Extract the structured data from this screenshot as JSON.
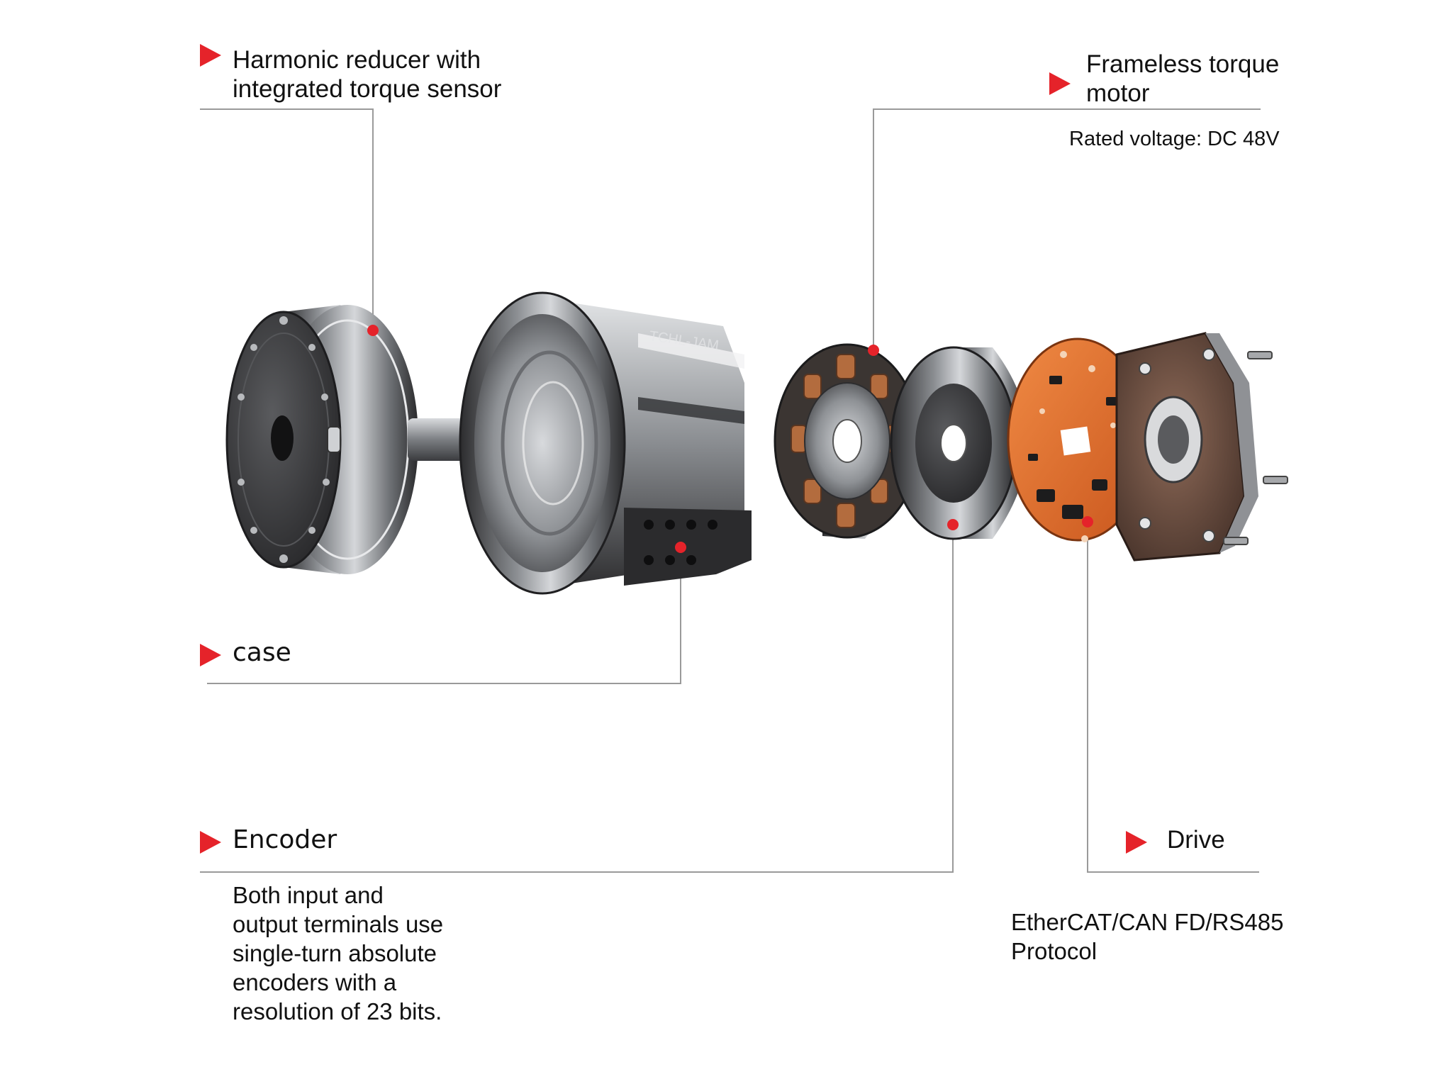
{
  "callouts": {
    "harmonic": {
      "lines": [
        "Harmonic reducer with",
        " integrated torque sensor"
      ]
    },
    "motor": {
      "lines": [
        "Frameless torque",
        "motor"
      ],
      "note": "Rated voltage: DC 48V"
    },
    "case": {
      "lines": [
        "case"
      ]
    },
    "encoder": {
      "lines": [
        "Encoder"
      ],
      "note": [
        "Both input and",
        "output terminals use",
        " single-turn absolute",
        " encoders with a",
        "resolution of 23 bits."
      ]
    },
    "drive": {
      "lines": [
        "Drive"
      ],
      "note": [
        "EtherCAT/CAN FD/RS485",
        "Protocol"
      ]
    }
  },
  "housing_engraving": "TCHL-JAM",
  "colors": {
    "accent_red": "#e5232a",
    "leader_line": "#9a9a9a",
    "metal_dark": "#3a3a3c",
    "metal_light": "#c9cbce",
    "copper": "#b36c3e",
    "pcb_orange": "#e4702e"
  },
  "icons": {
    "callout_marker": "triangle-right-icon",
    "anchor_point": "red-dot-icon"
  }
}
